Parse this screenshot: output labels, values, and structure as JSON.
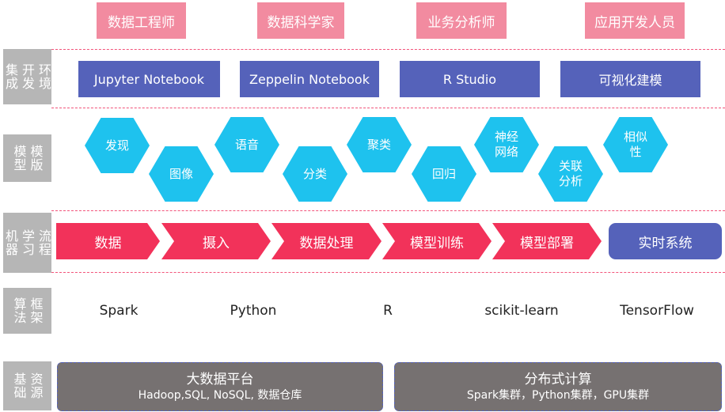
{
  "roles": [
    "数据工程师",
    "数据科学家",
    "业务分析师",
    "应用开发人员"
  ],
  "layers": {
    "dev_env": {
      "label": "集成开发环境",
      "col1": "集成",
      "col2": "开发",
      "col3": "环境"
    },
    "model": {
      "label": "模型模版",
      "col1": "模型",
      "col2": "模版"
    },
    "ml": {
      "label": "机器学习流程",
      "col1": "机器",
      "col2": "学习",
      "col3": "流程"
    },
    "framework": {
      "label": "算法框架",
      "col1": "算法",
      "col2": "框架"
    },
    "resource": {
      "label": "基础资源",
      "col1": "基础",
      "col2": "资源"
    }
  },
  "ides": [
    "Jupyter Notebook",
    "Zeppelin Notebook",
    "R Studio",
    "可视化建模"
  ],
  "model_templates": [
    {
      "l1": "发现"
    },
    {
      "l1": "图像"
    },
    {
      "l1": "语音"
    },
    {
      "l1": "分类"
    },
    {
      "l1": "聚类"
    },
    {
      "l1": "回归"
    },
    {
      "l1": "神经",
      "l2": "网络"
    },
    {
      "l1": "关联",
      "l2": "分析"
    },
    {
      "l1": "相似",
      "l2": "性"
    }
  ],
  "pipeline_steps": [
    "数据",
    "摄入",
    "数据处理",
    "模型训练",
    "模型部署"
  ],
  "realtime_system": "实时系统",
  "frameworks": [
    "Spark",
    "Python",
    "R",
    "scikit-learn",
    "TensorFlow"
  ],
  "resources": [
    {
      "title": "大数据平台",
      "sub": "Hadoop,SQL, NoSQL, 数据仓库"
    },
    {
      "title": "分布式计算",
      "sub": "Spark集群，Python集群，GPU集群"
    }
  ],
  "colors": {
    "role_pink": "#f28ba0",
    "ide_blue": "#5562ba",
    "hex_cyan": "#1ec2ee",
    "step_red": "#f2325a",
    "side_gray": "#b6b6b6",
    "resource_gray": "#767171",
    "divider_pink": "#f2537a"
  }
}
